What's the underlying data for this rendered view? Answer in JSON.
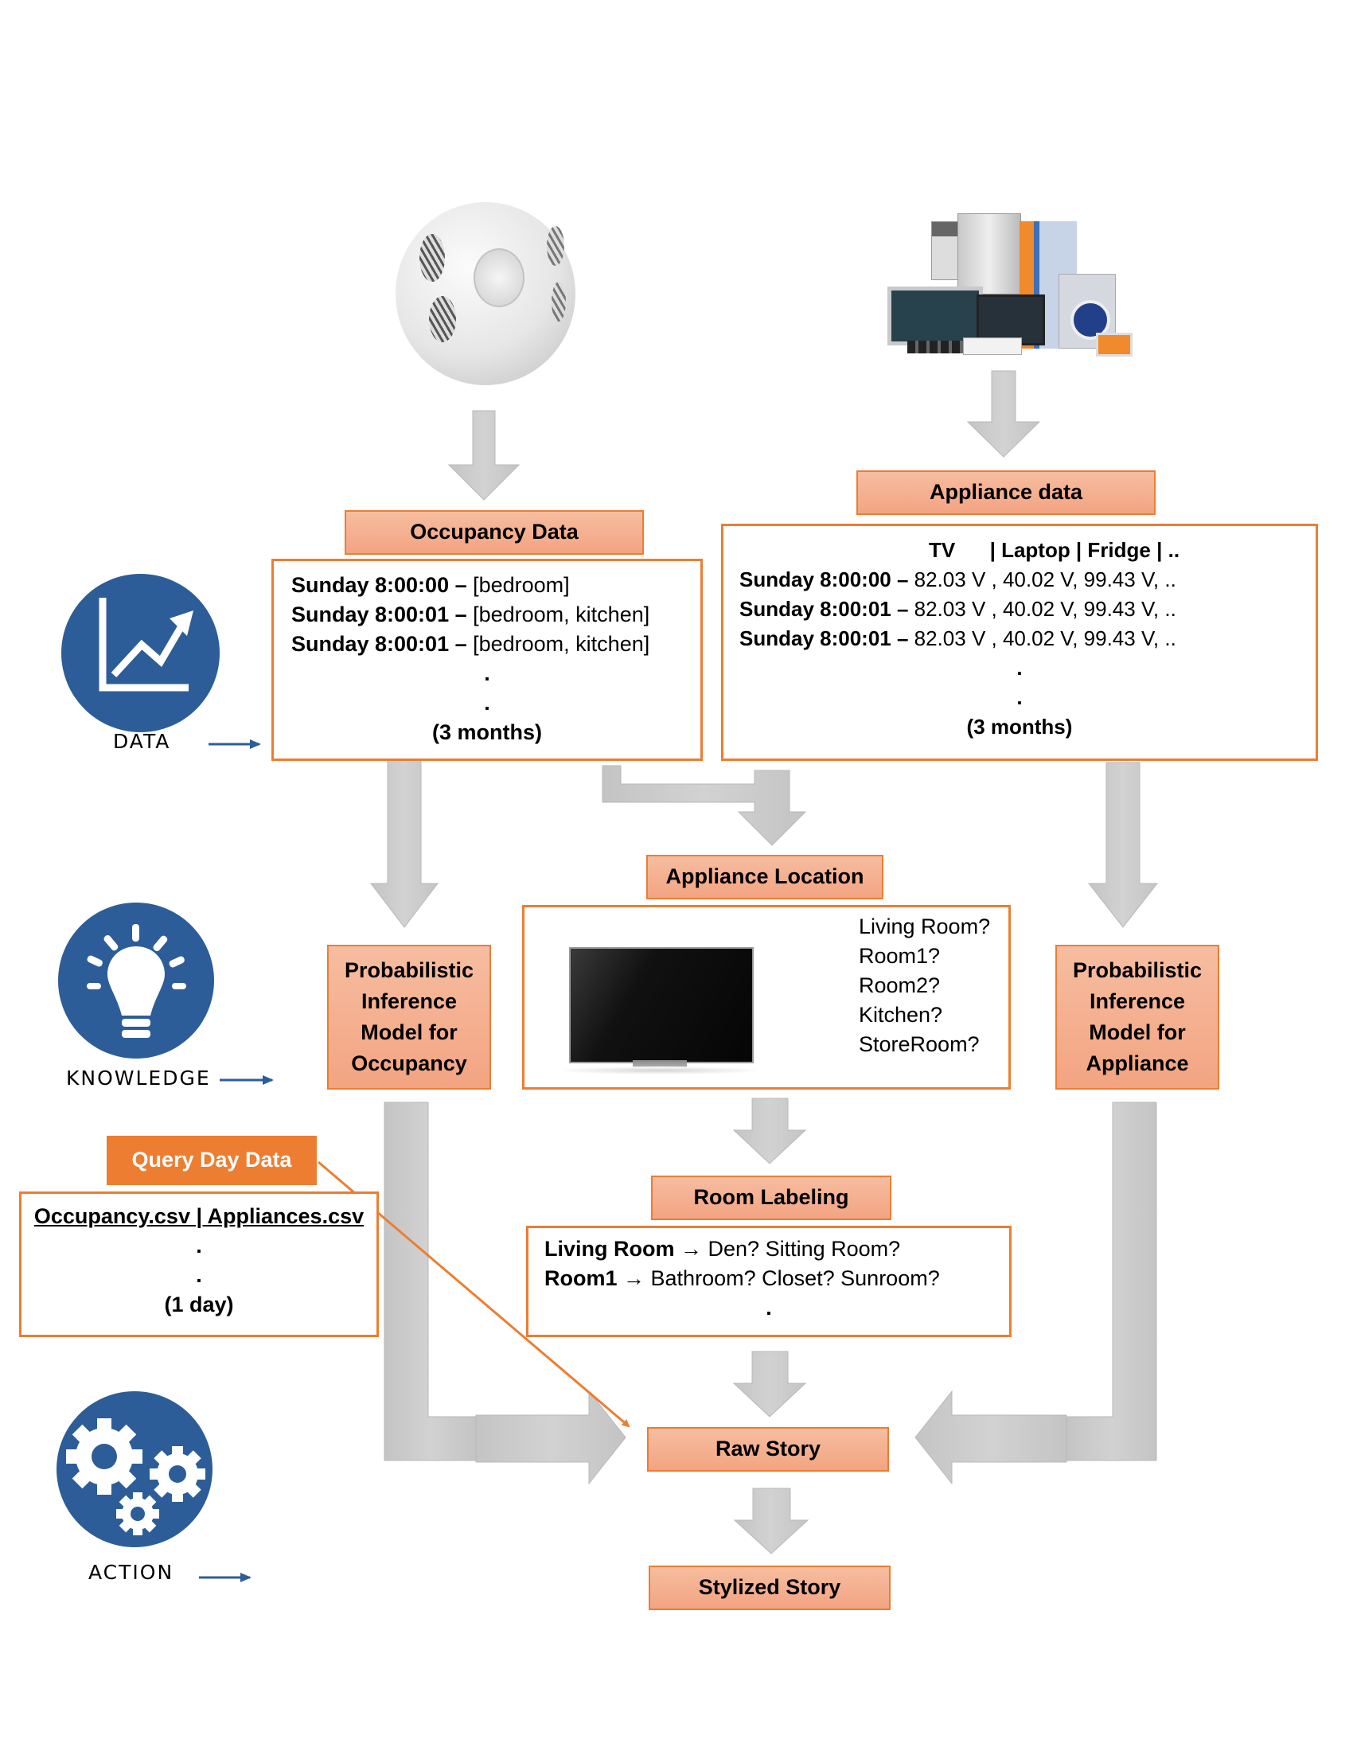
{
  "colors": {
    "accent_orange": "#ed7d31",
    "label_fill_top": "#f6bda0",
    "label_fill_bottom": "#f3a482",
    "icon_blue": "#2c5d98",
    "arrow_gray": "#c8c8c8",
    "small_arrow_blue": "#5b9bd5"
  },
  "images": {
    "occupancy_sensor": "occupancy-sensor-photo",
    "appliances": "home-appliances-photo",
    "tv": "television-photo"
  },
  "sidebar": {
    "data": {
      "label": "DATA",
      "icon": "chart-trend-icon"
    },
    "knowledge": {
      "label": "KNOWLEDGE",
      "icon": "lightbulb-icon"
    },
    "action": {
      "label": "ACTION",
      "icon": "gears-icon"
    }
  },
  "occupancy": {
    "title": "Occupancy Data",
    "rows": [
      {
        "time": "Sunday 8:00:00 –",
        "value": " [bedroom]"
      },
      {
        "time": "Sunday 8:00:01 –",
        "value": " [bedroom, kitchen]"
      },
      {
        "time": "Sunday 8:00:01 –",
        "value": " [bedroom, kitchen]"
      }
    ],
    "ellipsis": [
      ".",
      "."
    ],
    "duration": "(3 months)"
  },
  "appliance": {
    "title": "Appliance data",
    "header": "TV      | Laptop | Fridge | ..",
    "rows": [
      {
        "time": "Sunday 8:00:00 –",
        "value": " 82.03 V , 40.02 V, 99.43 V, .."
      },
      {
        "time": "Sunday 8:00:01 –",
        "value": " 82.03 V , 40.02 V, 99.43 V, .."
      },
      {
        "time": "Sunday 8:00:01 –",
        "value": " 82.03 V , 40.02 V, 99.43 V, .."
      }
    ],
    "ellipsis": [
      ".",
      "."
    ],
    "duration": "(3 months)"
  },
  "appliance_location": {
    "title": "Appliance Location",
    "rooms": [
      "Living Room?",
      "Room1?",
      "Room2?",
      "Kitchen?",
      "StoreRoom?"
    ]
  },
  "model_occupancy": {
    "lines": [
      "Probabilistic",
      "Inference",
      "Model for",
      "Occupancy"
    ]
  },
  "model_appliance": {
    "lines": [
      "Probabilistic",
      "Inference",
      "Model for",
      "Appliance"
    ]
  },
  "room_labeling": {
    "title": "Room Labeling",
    "rows": [
      {
        "room": "Living Room",
        "arrow": " → ",
        "options": "Den? Sitting Room?"
      },
      {
        "room": "Room1",
        "arrow": " → ",
        "options": "Bathroom? Closet? Sunroom?"
      }
    ],
    "ellipsis": "."
  },
  "query": {
    "title": "Query Day Data",
    "files": "Occupancy.csv | Appliances.csv",
    "ellipsis": [
      ".",
      "."
    ],
    "duration": "(1 day)"
  },
  "raw_story": {
    "title": "Raw Story"
  },
  "stylized_story": {
    "title": "Stylized Story"
  }
}
